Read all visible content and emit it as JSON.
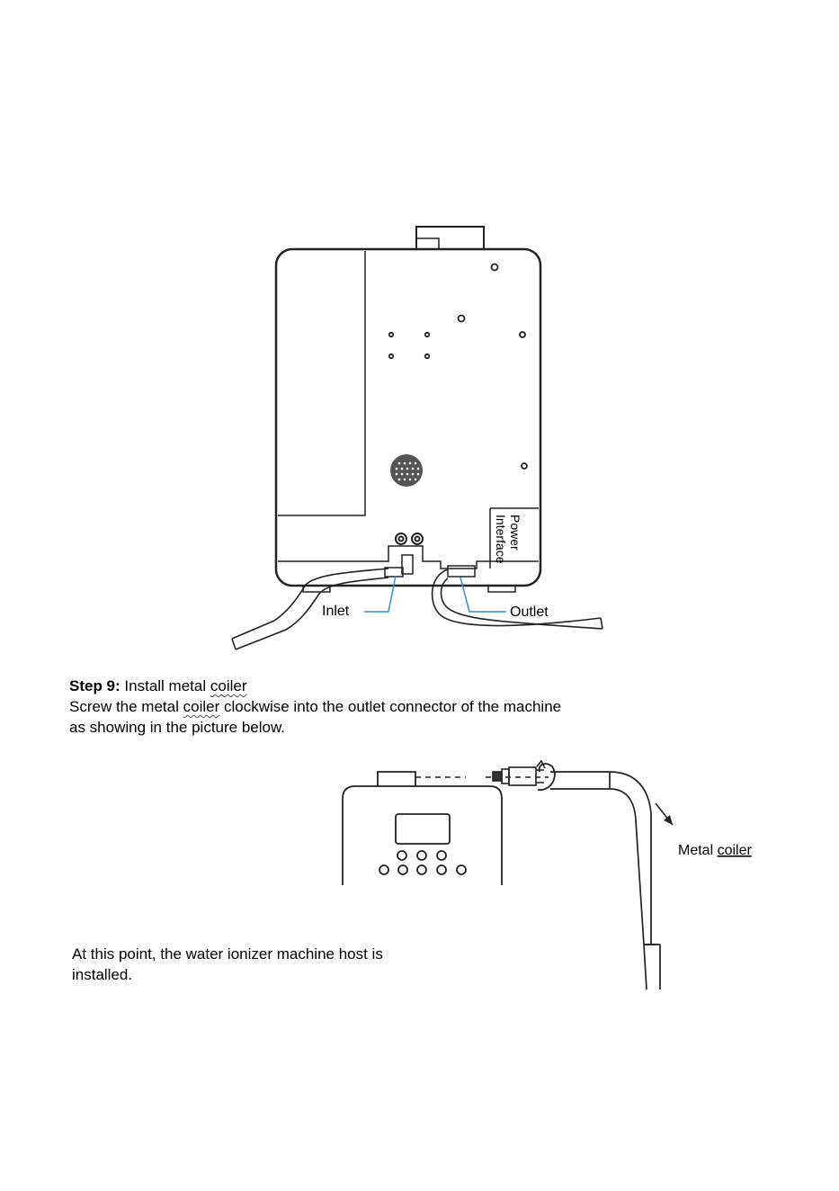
{
  "figure_top": {
    "labels": {
      "power_line1": "Power",
      "power_line2": "Interface",
      "inlet": "Inlet",
      "outlet": "Outlet"
    }
  },
  "step9": {
    "heading": "Step 9:",
    "title_prefix": "Install metal ",
    "title_word": "coiler",
    "body_line1_prefix": "Screw the metal ",
    "body_line1_word": "coiler",
    "body_line1_suffix": " clockwise into the outlet connector of the machine",
    "body_line2": "as showing in the picture below."
  },
  "figure_bottom": {
    "label_metal": "Metal ",
    "label_coiler": "coiler"
  },
  "closing": {
    "line1": "At this point, the water ionizer machine host is",
    "line2": "installed."
  }
}
